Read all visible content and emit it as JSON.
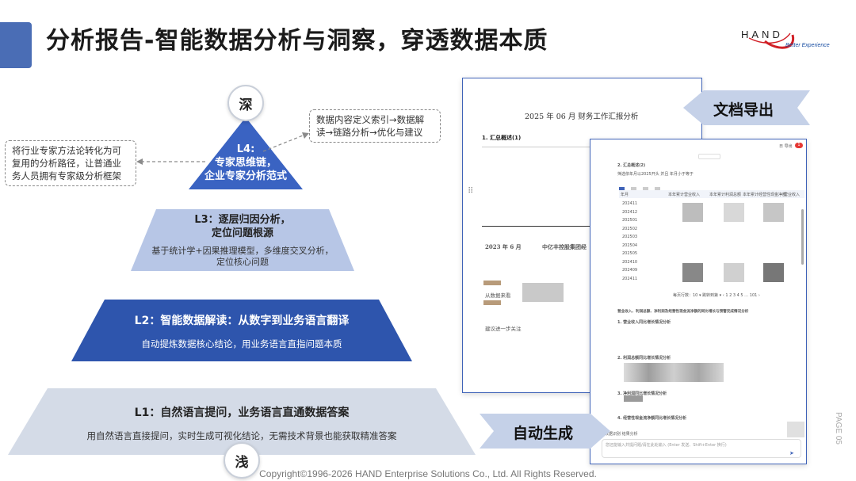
{
  "header": {
    "title": "分析报告-智能数据分析与洞察，穿透数据本质",
    "logo_text": "HAND",
    "logo_sub": "Better Experience"
  },
  "pyramid": {
    "top_badge": "深",
    "bottom_badge": "浅",
    "l4": {
      "line1": "L4:",
      "line2": "专家思维链，",
      "line3": "企业专家分析范式"
    },
    "l3": {
      "title_line1": "L3：逐层归因分析，",
      "title_line2": "定位问题根源",
      "desc_line1": "基于统计学+因果推理模型，多维度交叉分析，",
      "desc_line2": "定位核心问题"
    },
    "l2": {
      "title": "L2：智能数据解读：从数字到业务语言翻译",
      "desc": "自动提炼数据核心结论，用业务语言直指问题本质"
    },
    "l1": {
      "title": "L1：自然语言提问，业务语言直通数据答案",
      "desc": "用自然语言直接提问，实时生成可视化结论，无需技术背景也能获取精准答案"
    }
  },
  "notes": {
    "left_line1": "将行业专家方法论转化为可",
    "left_line2": "复用的分析路径，让普通业",
    "left_line3": "务人员拥有专家级分析框架",
    "right_line1": "数据内容定义索引→数据解",
    "right_line2": "读→链路分析→优化与建议"
  },
  "tags": {
    "export": "文档导出",
    "auto": "自动生成"
  },
  "doc_back": {
    "title": "2025 年 06 月 财务工作汇报分析",
    "section": "1. 汇总概述(1)",
    "row1_left": "2023 年 6 月",
    "row1_right": "中亿丰控股集团经",
    "row2": "从数据来看",
    "row3": "建议进一步关注"
  },
  "doc_front": {
    "section": "2. 汇总概述(2)",
    "subtitle": "筛选依年月以2025开头 并且 年月小于等于",
    "columns": [
      "年月",
      "本年累计营业收入",
      "本年累计利润总额",
      "本年累计经营性现金净额",
      "营业收入"
    ],
    "months": [
      "202411",
      "202412",
      "202501",
      "202502",
      "202503",
      "202504",
      "202505",
      "202410",
      "202409",
      "202411"
    ],
    "pagination": "每页行数：10 ▾ 跳转到第 ▾ ‹ 1 2 3 4 5 … 101 ›",
    "heading2": "营业收入、利润总额、净利润及经营性现金流净额的同比增长与预警完成情况分析",
    "item1": "1. 营业收入同比增长情况分析",
    "item2": "2. 利润总额同比增长情况分析",
    "item3": "3. 净利润同比增长情况分析",
    "item4": "4. 经营性现金流净额同比增长情况分析",
    "bottom_tabs": "数据识别  结果分析",
    "input_placeholder": "您还能输入并提问题/请在此处输入 (Enter 发送、Shift+Enter 换行)",
    "top_right": "日 导出",
    "badge": "1"
  },
  "footer": {
    "copyright": "Copyright©1996-2026  HAND Enterprise Solutions Co., Ltd. All Rights Reserved.",
    "page_mark": "PAGE 05"
  },
  "colors": {
    "accent": "#4a6db5",
    "l4": "#3a63c2",
    "l3": "#b7c6e6",
    "l2": "#2e55ad",
    "l1": "#d4dbe7",
    "doc_border": "#3f63b8"
  }
}
